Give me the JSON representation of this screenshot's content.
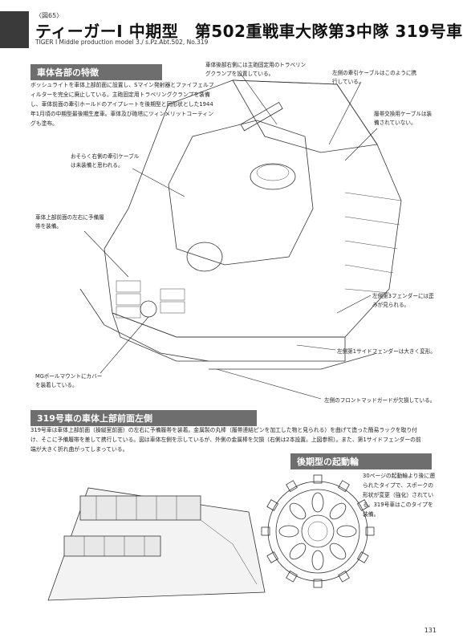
{
  "header": {
    "fig_label": "〈図65〉",
    "title": "ティーガーI 中期型　第502重戦車大隊第3中隊 319号車",
    "subtitle": "TIGER I Middle production model  3./ s.Pz.Abt.502, No.319"
  },
  "features": {
    "heading": "車体各部の特徴",
    "text": "ボッシュライトを車体上部前面に設置し、Sマイン発射器とファイフェルフィルターを完全に廃止している。主砲固定用トラベリングクランプを装備し、車体前面の牽引ホールドのアイプレートを後期型と同形状とした1944年1月頃の中期型最後期生産車。車体及び砲塔にツィンメリットコーティングも塗布。"
  },
  "callouts": {
    "rear_clamp": "車体後部右側には主砲固定用のトラベリングクランプを設置している。",
    "left_tow_cable": "左側の牽引ケーブルはこのように携行している。",
    "track_cable": "履帯交換用ケーブルは装備されていない。",
    "right_tow_cable": "おそらく右側の牽引ケーブルは未装備と思われる。",
    "spare_track": "車体上部前面の左右に予備履帯を装備。",
    "fender3": "左側第3フェンダーには歪みが見られる。",
    "fender1": "左側第1サイドフェンダーは大きく変形。",
    "mg_cover": "MGボールマウントにカバーを装着している。",
    "mudguard": "左側のフロントマッドガードが欠損している。"
  },
  "front_section": {
    "heading": "319号車の車体上部前面左側",
    "text": "319号車は車体上部前面（操縦室前面）の左右に予備履帯を装着。金属製の丸棒（履帯連結ピンを加工した物と見られる）を曲げて造った簡易ラックを取り付け、そこに予備履帯を差して携行している。図は車体左側を示しているが、外側の金属棒を欠損（右側は2本設置。上図参照）。また、第1サイドフェンダーの前端が大きく折れ曲がってしまっている。"
  },
  "sprocket_section": {
    "heading": "後期型の起動輪",
    "text": "30ページの起動輪より後に遡られたタイプで、スポークの形状が変更（強化）されている。319号車はこのタイプを装備。"
  },
  "page_number": "131"
}
